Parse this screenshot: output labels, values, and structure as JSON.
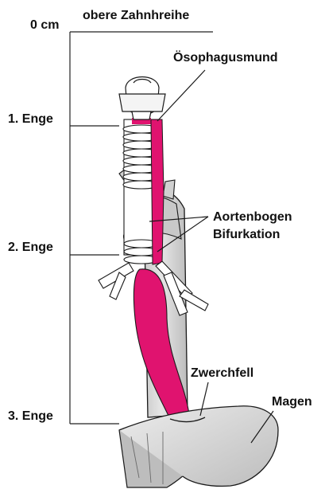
{
  "labels": {
    "zero_cm": "0 cm",
    "upper_teeth": "obere Zahnhreihe",
    "esophagus_mouth": "Ösophagusmund",
    "narrowing_1": "1. Enge",
    "narrowing_2": "2. Enge",
    "narrowing_3": "3. Enge",
    "aortic_arch": "Aortenbogen",
    "bifurcation": "Bifurkation",
    "diaphragm": "Zwerchfell",
    "stomach": "Magen"
  },
  "colors": {
    "esophagus": "#e0136f",
    "aorta": "#d2d2d2",
    "outline": "#1a1a1a",
    "stomach": "#d9d9d9"
  }
}
